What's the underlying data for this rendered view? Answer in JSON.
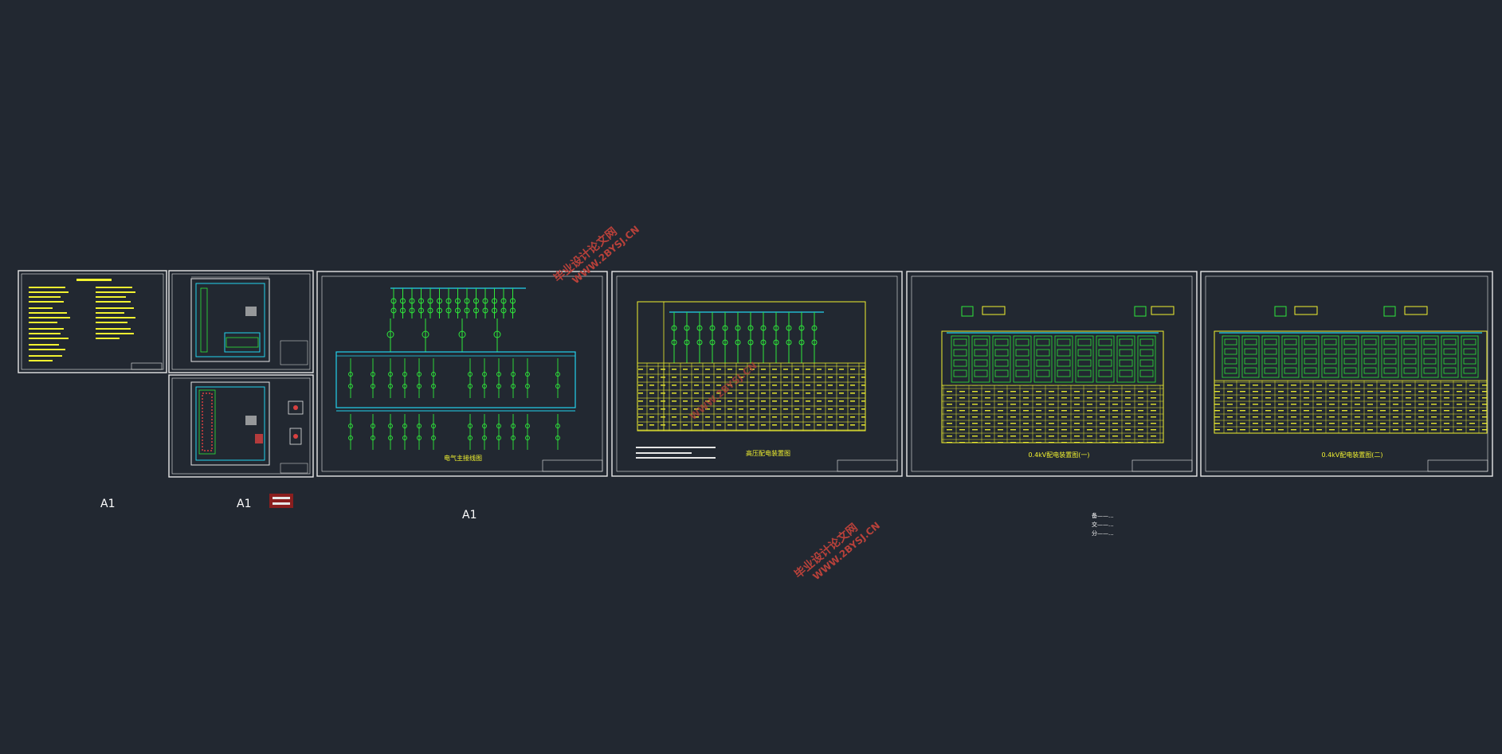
{
  "canvas": {
    "background": "#222831"
  },
  "colors": {
    "frame": "#e6e6e6",
    "cyan": "#22d3ee",
    "green": "#2ee83a",
    "yellow": "#f2f230",
    "red": "#d94040"
  },
  "labels": {
    "a1_left": "A1",
    "a1_mid": "A1",
    "a1_center": "A1"
  },
  "watermarks": {
    "top": {
      "cn": "毕业设计论文网",
      "url": "WWW.2BYSJ.CN"
    },
    "mid": {
      "url": "WWW.2BYSJ.CN"
    },
    "bottom": {
      "cn": "毕业设计论文网",
      "url": "WWW.2BYSJ.CN"
    }
  },
  "notes": [
    "备——...",
    "交——...",
    "分——..."
  ],
  "sheet_titles": {
    "s3": "电气主接线图",
    "s4": "高压配电装置图",
    "s5": "0.4kV配电装置图(一)",
    "s6": "0.4kV配电装置图(二)"
  }
}
